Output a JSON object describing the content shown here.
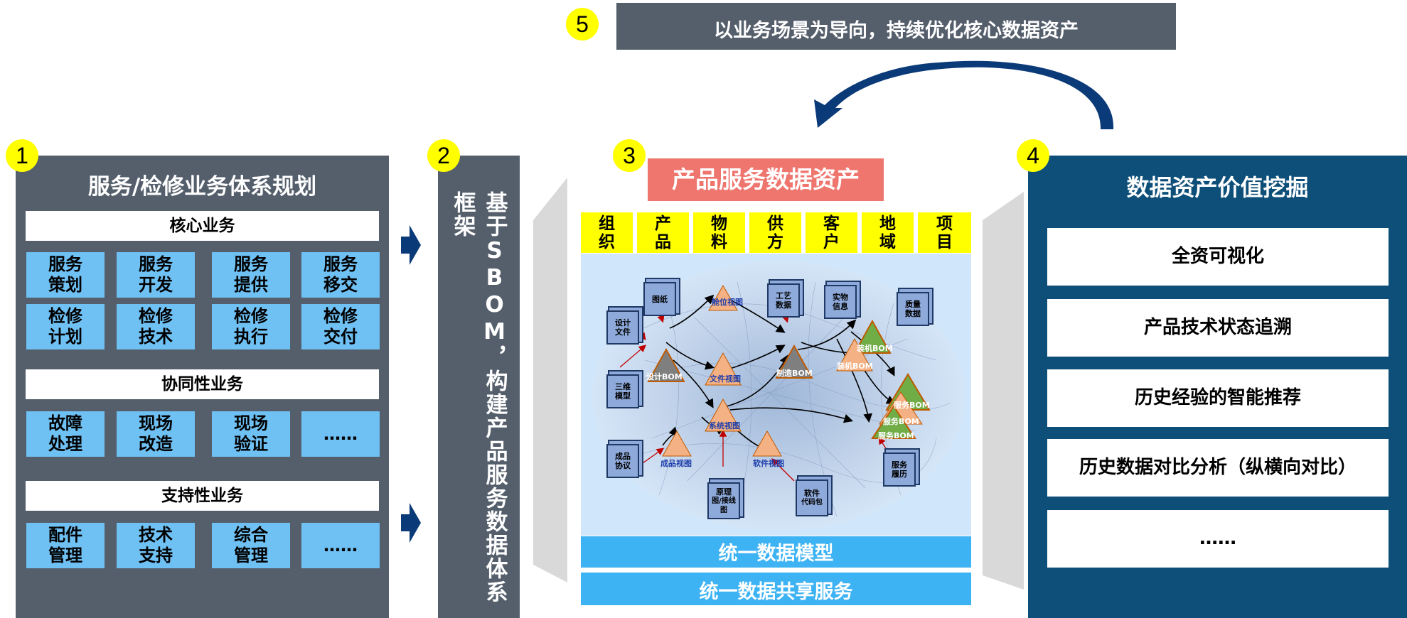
{
  "badges": [
    "1",
    "2",
    "3",
    "4",
    "5"
  ],
  "banner": "以业务场景为导向，持续优化核心数据资产",
  "panel1": {
    "title": "服务/检修业务体系规划",
    "core": {
      "label": "核心业务",
      "rows": [
        [
          [
            "服务",
            "策划"
          ],
          [
            "服务",
            "开发"
          ],
          [
            "服务",
            "提供"
          ],
          [
            "服务",
            "移交"
          ]
        ],
        [
          [
            "检修",
            "计划"
          ],
          [
            "检修",
            "技术"
          ],
          [
            "检修",
            "执行"
          ],
          [
            "检修",
            "交付"
          ]
        ]
      ]
    },
    "collab": {
      "label": "协同性业务",
      "row": [
        [
          "故障",
          "处理"
        ],
        [
          "现场",
          "改造"
        ],
        [
          "现场",
          "验证"
        ],
        [
          "……",
          ""
        ]
      ]
    },
    "support": {
      "label": "支持性业务",
      "row": [
        [
          "配件",
          "管理"
        ],
        [
          "技术",
          "支持"
        ],
        [
          "综合",
          "管理"
        ],
        [
          "……",
          ""
        ]
      ]
    }
  },
  "panel2": {
    "text": "基于SBOM，构建产品服务数据体系框架"
  },
  "panel3": {
    "title": "产品服务数据资产",
    "tags": [
      [
        "组",
        "织"
      ],
      [
        "产",
        "品"
      ],
      [
        "物",
        "料"
      ],
      [
        "供",
        "方"
      ],
      [
        "客",
        "户"
      ],
      [
        "地",
        "域"
      ],
      [
        "项",
        "目"
      ]
    ],
    "network": {
      "docs": [
        [
          "图纸",
          ""
        ],
        [
          "工艺",
          "数据"
        ],
        [
          "实物",
          "信息"
        ],
        [
          "设计",
          "文件"
        ],
        [
          "质量",
          "数据"
        ],
        [
          "三维",
          "模型"
        ],
        [
          "成品",
          "协议"
        ],
        [
          "原理",
          "图/接线图"
        ],
        [
          "软件",
          "代码包"
        ],
        [
          "服务",
          "履历"
        ]
      ],
      "nodes": [
        "舱位视图",
        "设计BOM",
        "文件视图",
        "制造BOM",
        "装机BOM",
        "装机BOM",
        "服务BOM",
        "服务BOM",
        "服务BOM",
        "系统视图",
        "成品视图",
        "软件视图"
      ]
    },
    "model_bar": "统一数据模型",
    "share_bar": "统一数据共享服务"
  },
  "panel4": {
    "title": "数据资产价值挖掘",
    "items": [
      "全资可视化",
      "产品技术状态追溯",
      "历史经验的智能推荐",
      "历史数据对比分析（纵横向对比）",
      "……"
    ]
  },
  "colors": {
    "panel_gray": "#555f6c",
    "panel_navy": "#0d4f78",
    "cell_blue": "#6fc0f3",
    "badge_yellow": "#ffff00",
    "title_red": "#ee766e",
    "bar_blue": "#3db3f3",
    "arrow_navy": "#0b3a78"
  }
}
